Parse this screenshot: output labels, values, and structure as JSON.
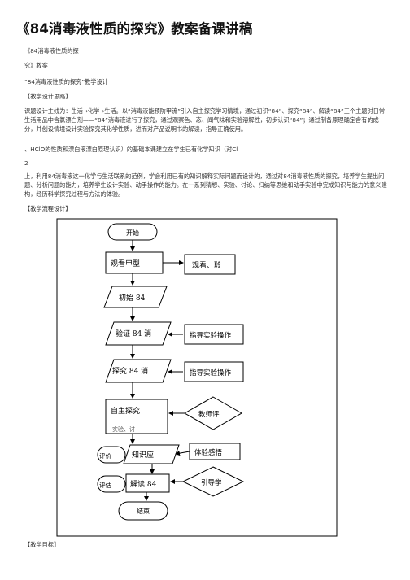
{
  "doc": {
    "title": "《84消毒液性质的探究》教案备课讲稿",
    "line1": "《84消毒液性质的探",
    "line2": "究》教案",
    "line3": "“84消毒液性质的探究”教学设计",
    "section_design": "【教学设计思路】",
    "para1": "课题设计主线为：生活→化学→生活。以“消毒液能预防甲流”引入自主探究学习情境，通过初识“84”、探究“84”、解读“84”三个主题对日常生活用品中含氯漂白剂——“84”消毒液进行了探究，通过观察色、态、闻气味和实验溶解性，初步认识“84”；通过制备原理确定含有的成分，并创设情境设计实验探究其化学性质，进而对产品说明书的解读，指导正确使用。",
    "line_hclo": "、HClO的性质和漂白液漂白原理认识）的基础本课建立在学生已有化学知识（对Cl",
    "line_two": "2",
    "para2": "上，利用84消毒液这一化学与生活联系的范例，学会利用已有的知识解释实际问题而设计的，通过对84消毒液性质的探究，培养学生提出问题、分析问题的能力，培养学生设计实验、动手操作的能力。在一系列猜想、实验、讨论、归纳等思维和动手实验中完成知识与能力的意义建构，经历科学探究过程与方法的体验。",
    "section_flow": "【教学流程设计】",
    "section_goal": "【教学目标】"
  },
  "flow": {
    "start": "开始",
    "left_nodes": [
      "观看甲型",
      "初始 84",
      "验证 84 消",
      "探究 84 消",
      "自主探究",
      "知识应",
      "解读 84"
    ],
    "right_nodes": [
      "观看、聆",
      "指导实验操作",
      "指导实验操作",
      "教师评",
      "体验感悟",
      "引导学"
    ],
    "partial": "实验、讨",
    "side_labels": [
      "评价",
      "评估"
    ],
    "end": "结束"
  }
}
